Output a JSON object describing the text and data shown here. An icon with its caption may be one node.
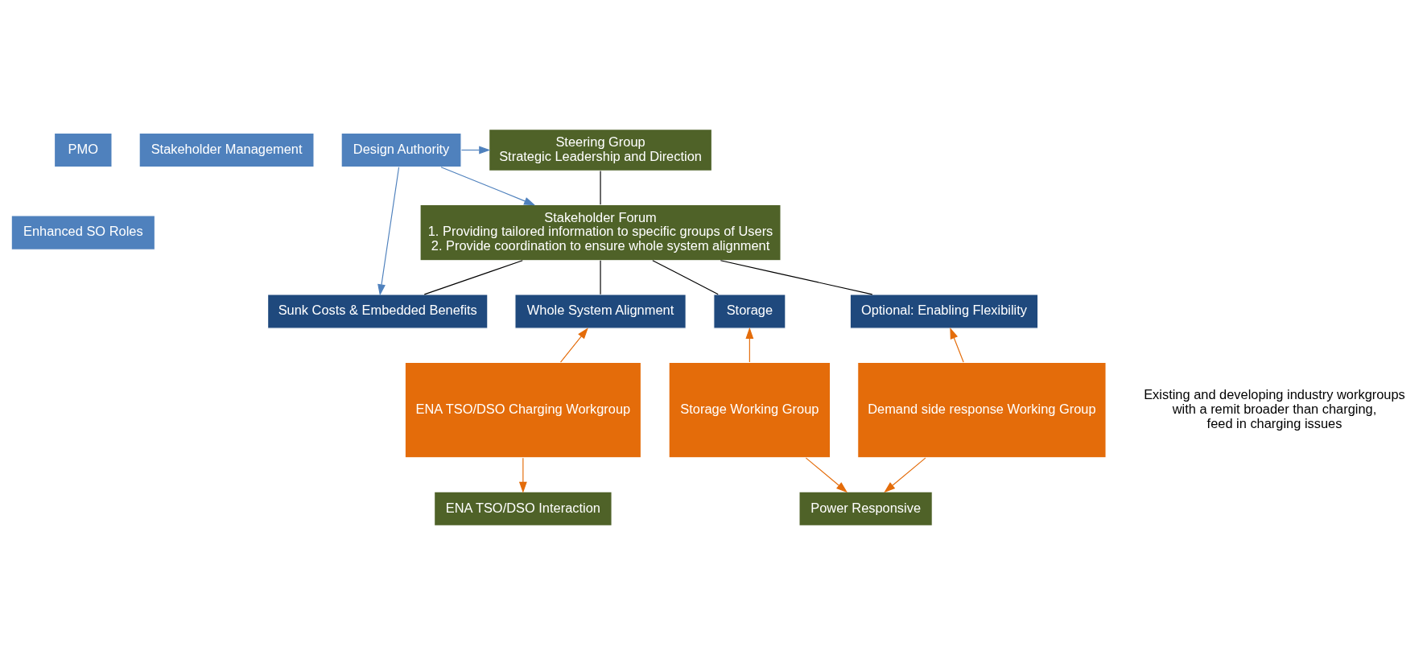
{
  "diagram": {
    "nodes": [
      {
        "text": [
          "PMO"
        ]
      },
      {
        "text": [
          "Stakeholder Management"
        ]
      },
      {
        "text": [
          "Design Authority"
        ]
      },
      {
        "text": [
          "Enhanced SO Roles"
        ]
      },
      {
        "text": [
          "Steering Group",
          "Strategic Leadership and Direction"
        ]
      },
      {
        "text": [
          "Stakeholder Forum",
          "1. Providing tailored information to specific groups of Users",
          "2. Provide coordination to ensure whole system alignment"
        ]
      },
      {
        "text": [
          "Sunk Costs & Embedded Benefits"
        ]
      },
      {
        "text": [
          "Whole System Alignment"
        ]
      },
      {
        "text": [
          "Storage"
        ]
      },
      {
        "text": [
          "Optional: Enabling Flexibility"
        ]
      },
      {
        "text": [
          "ENA TSO/DSO Charging Workgroup"
        ]
      },
      {
        "text": [
          "Storage Working Group"
        ]
      },
      {
        "text": [
          "Demand side response Working Group"
        ]
      },
      {
        "text": [
          "ENA TSO/DSO Interaction"
        ]
      },
      {
        "text": [
          "Power Responsive"
        ]
      }
    ],
    "edges": [
      {
        "from": 2,
        "to": 4,
        "arrow": "to",
        "color": "#4f81bd"
      },
      {
        "from": 2,
        "to": 5,
        "arrow": "to",
        "color": "#4f81bd"
      },
      {
        "from": 2,
        "to": 6,
        "arrow": "to",
        "color": "#4f81bd"
      },
      {
        "from": 4,
        "to": 5,
        "arrow": "none",
        "color": "#000000"
      },
      {
        "from": 5,
        "to": 6,
        "arrow": "none",
        "color": "#000000"
      },
      {
        "from": 5,
        "to": 7,
        "arrow": "none",
        "color": "#000000"
      },
      {
        "from": 5,
        "to": 8,
        "arrow": "none",
        "color": "#000000"
      },
      {
        "from": 5,
        "to": 9,
        "arrow": "none",
        "color": "#000000"
      },
      {
        "from": 10,
        "to": 7,
        "arrow": "to",
        "color": "#e46c0a"
      },
      {
        "from": 10,
        "to": 13,
        "arrow": "to",
        "color": "#e46c0a"
      },
      {
        "from": 11,
        "to": 8,
        "arrow": "to",
        "color": "#e46c0a"
      },
      {
        "from": 11,
        "to": 14,
        "arrow": "to",
        "color": "#e46c0a"
      },
      {
        "from": 12,
        "to": 9,
        "arrow": "to",
        "color": "#e46c0a"
      },
      {
        "from": 12,
        "to": 14,
        "arrow": "to",
        "color": "#e46c0a"
      }
    ],
    "labels": [
      "Existing and developing industry workgroups with a remit broader than charging, feed in charging issues"
    ]
  }
}
